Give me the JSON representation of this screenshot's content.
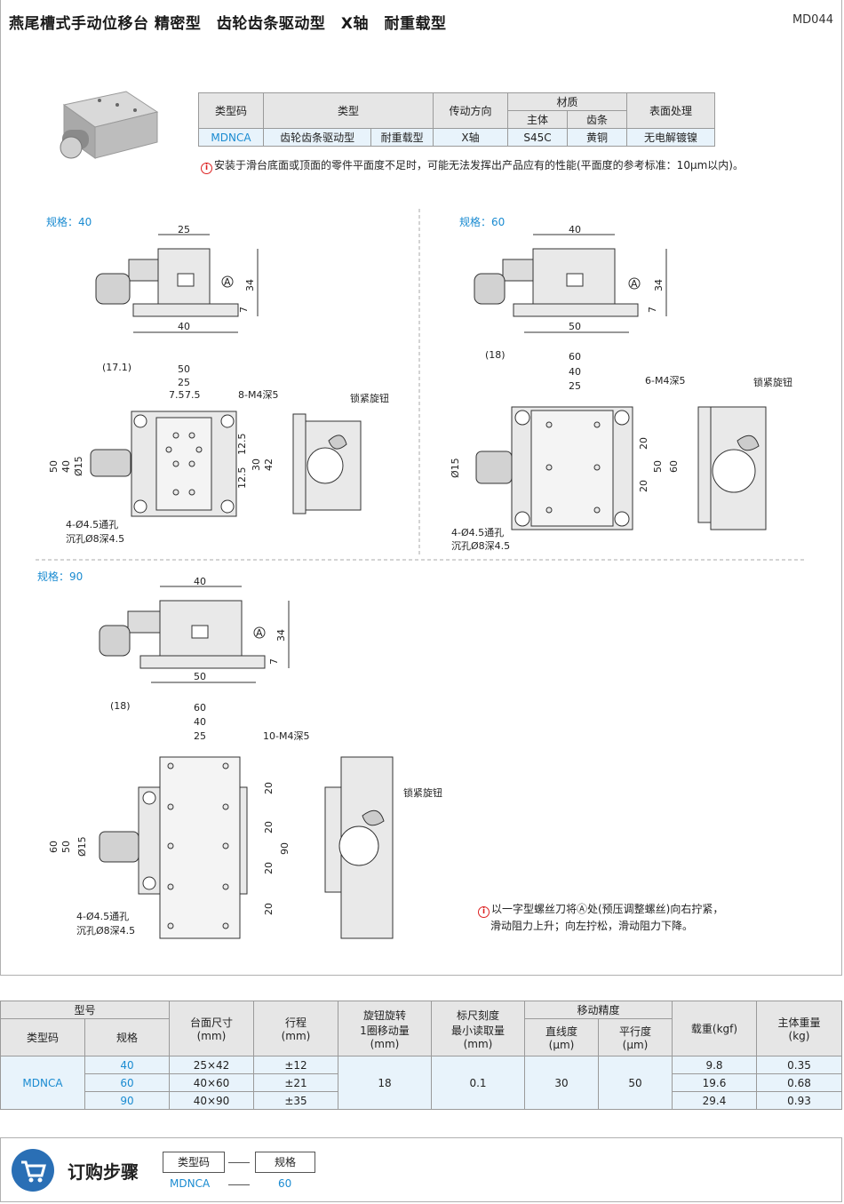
{
  "header": {
    "title": "燕尾槽式手动位移台 精密型　齿轮齿条驱动型　X轴　耐重载型",
    "code": "MD044"
  },
  "spec_table": {
    "headers": [
      "类型码",
      "类型",
      "传动方向",
      "材质",
      "主体",
      "齿条",
      "表面处理"
    ],
    "row": [
      "MDNCA",
      "齿轮齿条驱动型",
      "耐重载型",
      "X轴",
      "S45C",
      "黄铜",
      "无电解镀镍"
    ]
  },
  "note_flatness": "安装于滑台底面或顶面的零件平面度不足时，可能无法发挥出产品应有的性能(平面度的参考标准：10μm以内)。",
  "warn_glyph": "i",
  "section_labels": [
    "规格：40",
    "规格：60",
    "规格：90"
  ],
  "dim40": {
    "top_w": "25",
    "h": "34",
    "h2": "7",
    "base_w": "40",
    "A": "A",
    "d1": "(17.1)",
    "d2": "50",
    "d3": "25",
    "d4": "7.5",
    "d5": "7.5",
    "tap": "8-M4深5",
    "v50": "50",
    "v40": "40",
    "phi": "Ø15",
    "r1": "12.5",
    "r2": "12.5",
    "v30": "30",
    "v42": "42",
    "hole1": "4-Ø4.5通孔",
    "hole2": "沉孔Ø8深4.5",
    "knob": "锁紧旋钮"
  },
  "dim60": {
    "top_w": "40",
    "h": "34",
    "h2": "7",
    "base_w": "50",
    "A": "A",
    "d1": "(18)",
    "d2": "60",
    "d3": "40",
    "d4": "25",
    "tap": "6-M4深5",
    "phi": "Ø15",
    "v20a": "20",
    "v20b": "20",
    "v50": "50",
    "v60": "60",
    "hole1": "4-Ø4.5通孔",
    "hole2": "沉孔Ø8深4.5",
    "knob": "锁紧旋钮"
  },
  "dim90": {
    "top_w": "40",
    "h": "34",
    "h2": "7",
    "base_w": "50",
    "A": "A",
    "d1": "(18)",
    "d2": "60",
    "d3": "40",
    "d4": "25",
    "tap": "10-M4深5",
    "v60": "60",
    "v50": "50",
    "phi": "Ø15",
    "v20a": "20",
    "v20b": "20",
    "v20c": "20",
    "v20d": "20",
    "v90": "90",
    "hole1": "4-Ø4.5通孔",
    "hole2": "沉孔Ø8深4.5",
    "knob": "锁紧旋钮"
  },
  "note_adjust": [
    "以一字型螺丝刀将Ⓐ处(预压调整螺丝)向右拧紧，",
    "滑动阻力上升；向左拧松，滑动阻力下降。"
  ],
  "main_table": {
    "h_model": "型号",
    "h_typecode": "类型码",
    "h_spec": "规格",
    "h_table": "台面尺寸\n(mm)",
    "h_stroke": "行程\n(mm)",
    "h_knob": "旋钮旋转\n1圈移动量\n(mm)",
    "h_scale": "标尺刻度\n最小读取量\n(mm)",
    "h_acc": "移动精度",
    "h_lin": "直线度\n(μm)",
    "h_par": "平行度\n(μm)",
    "h_load": "载重(kgf)",
    "h_weight": "主体重量\n(kg)",
    "typecode": "MDNCA",
    "rows": [
      {
        "spec": "40",
        "size": "25×42",
        "stroke": "±12",
        "load": "9.8",
        "weight": "0.35"
      },
      {
        "spec": "60",
        "size": "40×60",
        "stroke": "±21",
        "load": "19.6",
        "weight": "0.68"
      },
      {
        "spec": "90",
        "size": "40×90",
        "stroke": "±35",
        "load": "29.4",
        "weight": "0.93"
      }
    ],
    "knob": "18",
    "scale": "0.1",
    "lin": "30",
    "par": "50"
  },
  "order": {
    "title": "订购步骤",
    "b1": "类型码",
    "b2": "规格",
    "v1": "MDNCA",
    "v2": "60"
  },
  "colors": {
    "accent": "#1a8bd1",
    "header_bg": "#e6e6e6",
    "cell_bg": "#e8f3fb",
    "cart": "#2a6fb5"
  }
}
